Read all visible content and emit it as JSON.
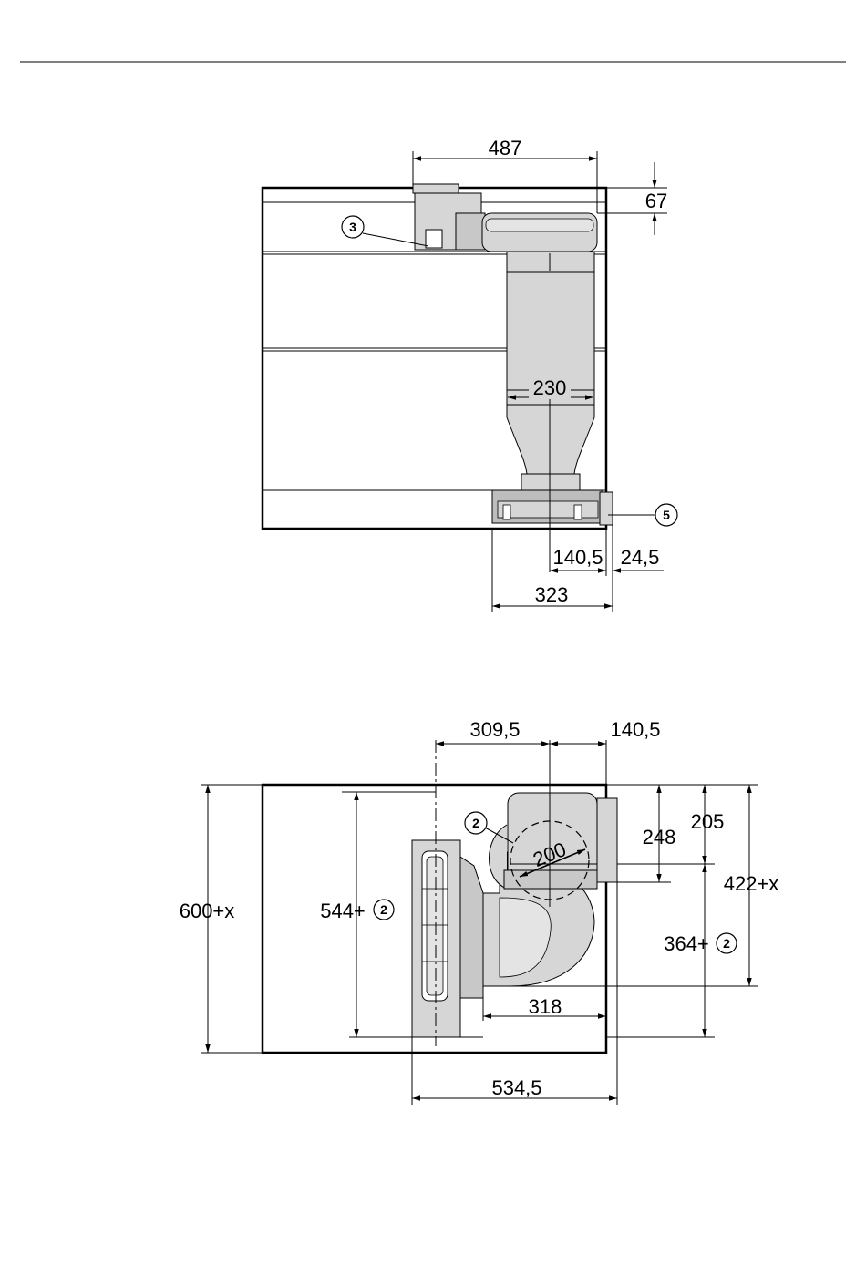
{
  "colors": {
    "line": "#000000",
    "part_fill": "#d6d6d6",
    "part_fill_dark": "#bdbdbd",
    "background": "#ffffff"
  },
  "side_view": {
    "dimensions": {
      "width_top": "487",
      "height_top": "67",
      "duct_diameter": "230",
      "offset_a": "140,5",
      "offset_b": "24,5",
      "width_bottom": "323"
    },
    "callouts": {
      "three": "3",
      "five": "5"
    }
  },
  "plan_view": {
    "dimensions": {
      "offset_left": "309,5",
      "offset_right": "140,5",
      "depth_total": "600+x",
      "depth_inner": "544+",
      "duct_diameter": "200",
      "dist_248": "248",
      "dist_205": "205",
      "dist_422": "422+x",
      "dist_364": "364+",
      "width_318": "318",
      "width_534": "534,5"
    },
    "callouts": {
      "two_a": "2",
      "two_b": "2",
      "two_c": "2"
    }
  }
}
